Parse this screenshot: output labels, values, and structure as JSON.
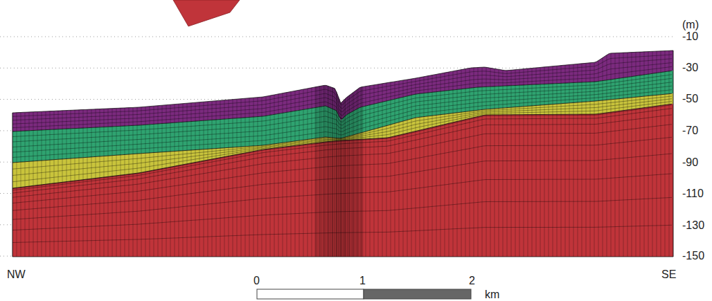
{
  "diagram": {
    "labels": [
      "(m)",
      "-10",
      "-30",
      "-50",
      "-70",
      "-90",
      "-110",
      "-130",
      "-150",
      "NW",
      "SE",
      "0",
      "1",
      "2",
      "km"
    ]
  }
}
